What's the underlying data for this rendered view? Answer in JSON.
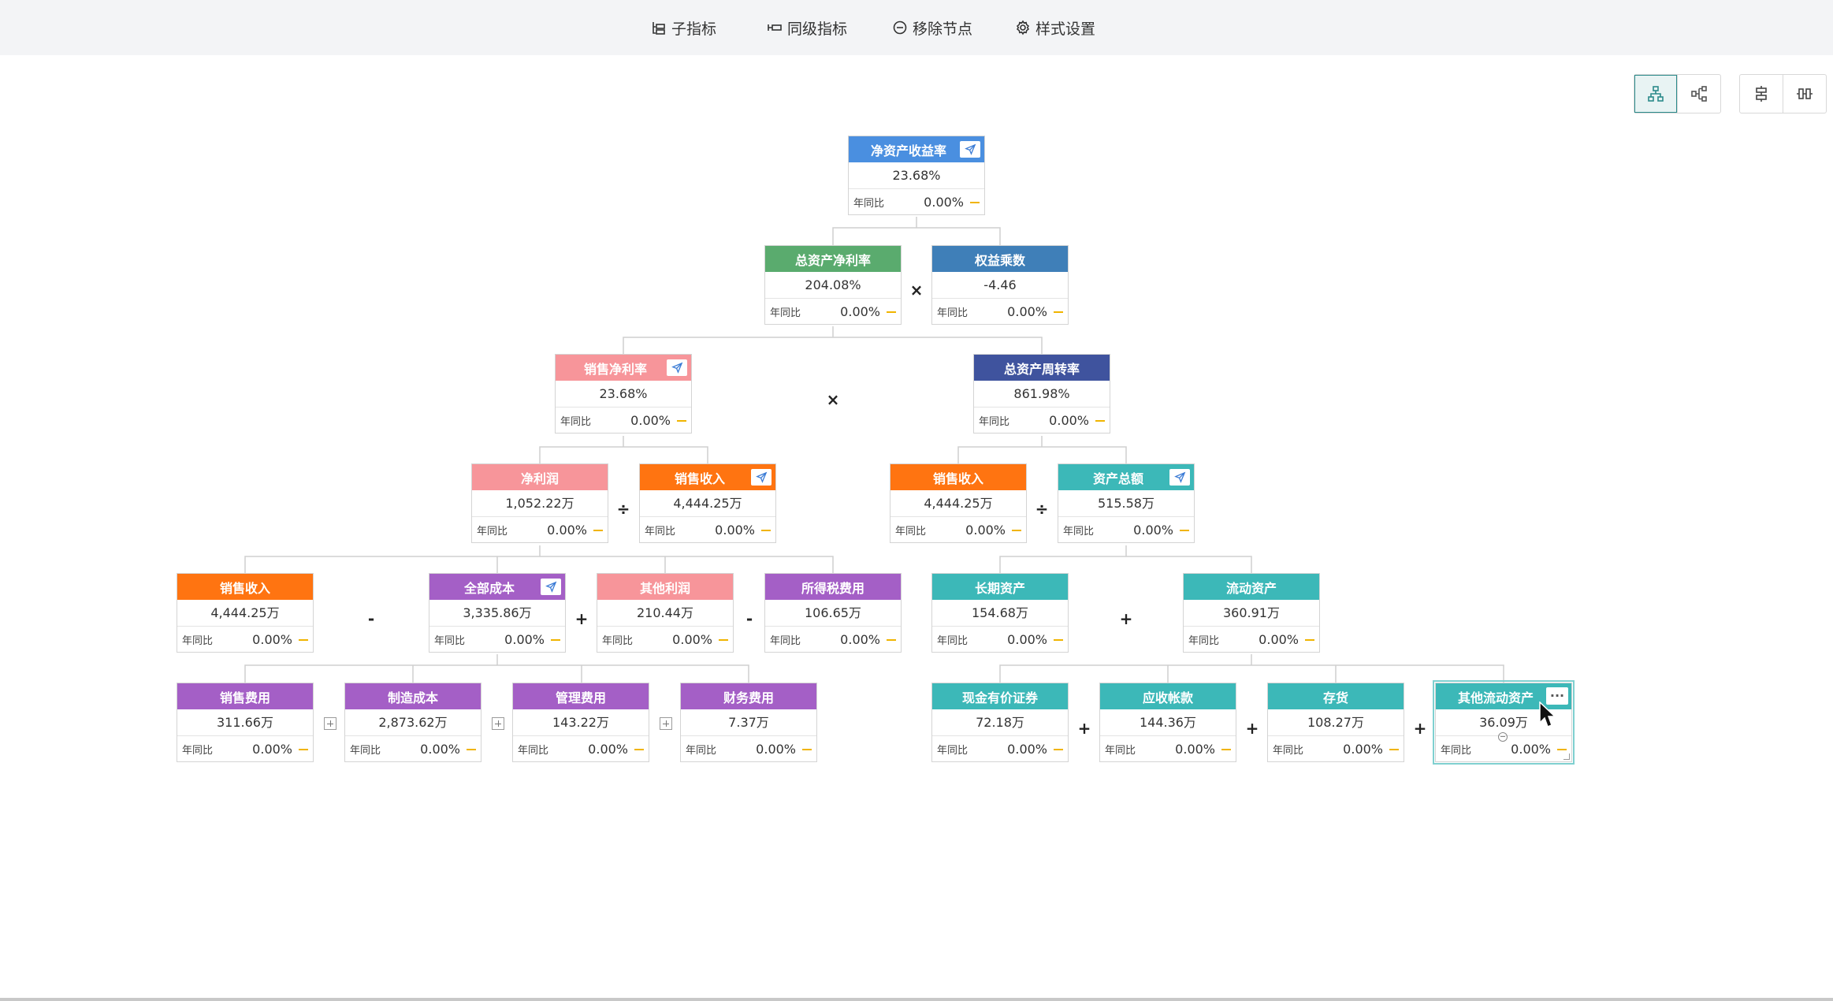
{
  "toolbar": {
    "child_label": "子指标",
    "sibling_label": "同级指标",
    "remove_label": "移除节点",
    "style_label": "样式设置"
  },
  "colors": {
    "blue": "#4a8fe0",
    "green": "#5aab6e",
    "steel_blue": "#3f7fb8",
    "pink": "#f7959a",
    "navy": "#3f539e",
    "orange": "#ff7411",
    "teal": "#3cb8b8",
    "purple": "#a45fc6"
  },
  "common": {
    "yoy_label": "年同比"
  },
  "nodes": {
    "roe": {
      "title": "净资产收益率",
      "value": "23.68%",
      "yoy": "0.00%"
    },
    "roa": {
      "title": "总资产净利率",
      "value": "204.08%",
      "yoy": "0.00%"
    },
    "equity_multiplier": {
      "title": "权益乘数",
      "value": "-4.46",
      "yoy": "0.00%"
    },
    "net_margin": {
      "title": "销售净利率",
      "value": "23.68%",
      "yoy": "0.00%"
    },
    "asset_turnover": {
      "title": "总资产周转率",
      "value": "861.98%",
      "yoy": "0.00%"
    },
    "net_profit": {
      "title": "净利润",
      "value": "1,052.22万",
      "yoy": "0.00%"
    },
    "revenue_a": {
      "title": "销售收入",
      "value": "4,444.25万",
      "yoy": "0.00%"
    },
    "revenue_b": {
      "title": "销售收入",
      "value": "4,444.25万",
      "yoy": "0.00%"
    },
    "total_assets": {
      "title": "资产总额",
      "value": "515.58万",
      "yoy": "0.00%"
    },
    "revenue_c": {
      "title": "销售收入",
      "value": "4,444.25万",
      "yoy": "0.00%"
    },
    "total_cost": {
      "title": "全部成本",
      "value": "3,335.86万",
      "yoy": "0.00%"
    },
    "other_profit": {
      "title": "其他利润",
      "value": "210.44万",
      "yoy": "0.00%"
    },
    "income_tax": {
      "title": "所得税费用",
      "value": "106.65万",
      "yoy": "0.00%"
    },
    "long_term_assets": {
      "title": "长期资产",
      "value": "154.68万",
      "yoy": "0.00%"
    },
    "current_assets": {
      "title": "流动资产",
      "value": "360.91万",
      "yoy": "0.00%"
    },
    "selling_expense": {
      "title": "销售费用",
      "value": "311.66万",
      "yoy": "0.00%"
    },
    "manufacturing_cost": {
      "title": "制造成本",
      "value": "2,873.62万",
      "yoy": "0.00%"
    },
    "admin_expense": {
      "title": "管理费用",
      "value": "143.22万",
      "yoy": "0.00%"
    },
    "finance_expense": {
      "title": "财务费用",
      "value": "7.37万",
      "yoy": "0.00%"
    },
    "securities": {
      "title": "现金有价证券",
      "value": "72.18万",
      "yoy": "0.00%"
    },
    "receivables": {
      "title": "应收帐款",
      "value": "144.36万",
      "yoy": "0.00%"
    },
    "inventory": {
      "title": "存货",
      "value": "108.27万",
      "yoy": "0.00%"
    },
    "other_current_assets": {
      "title": "其他流动资产",
      "value": "36.09万",
      "yoy": "0.00%"
    }
  },
  "operators": {
    "times": "×",
    "divide": "÷",
    "plus": "+",
    "minus": "-"
  }
}
